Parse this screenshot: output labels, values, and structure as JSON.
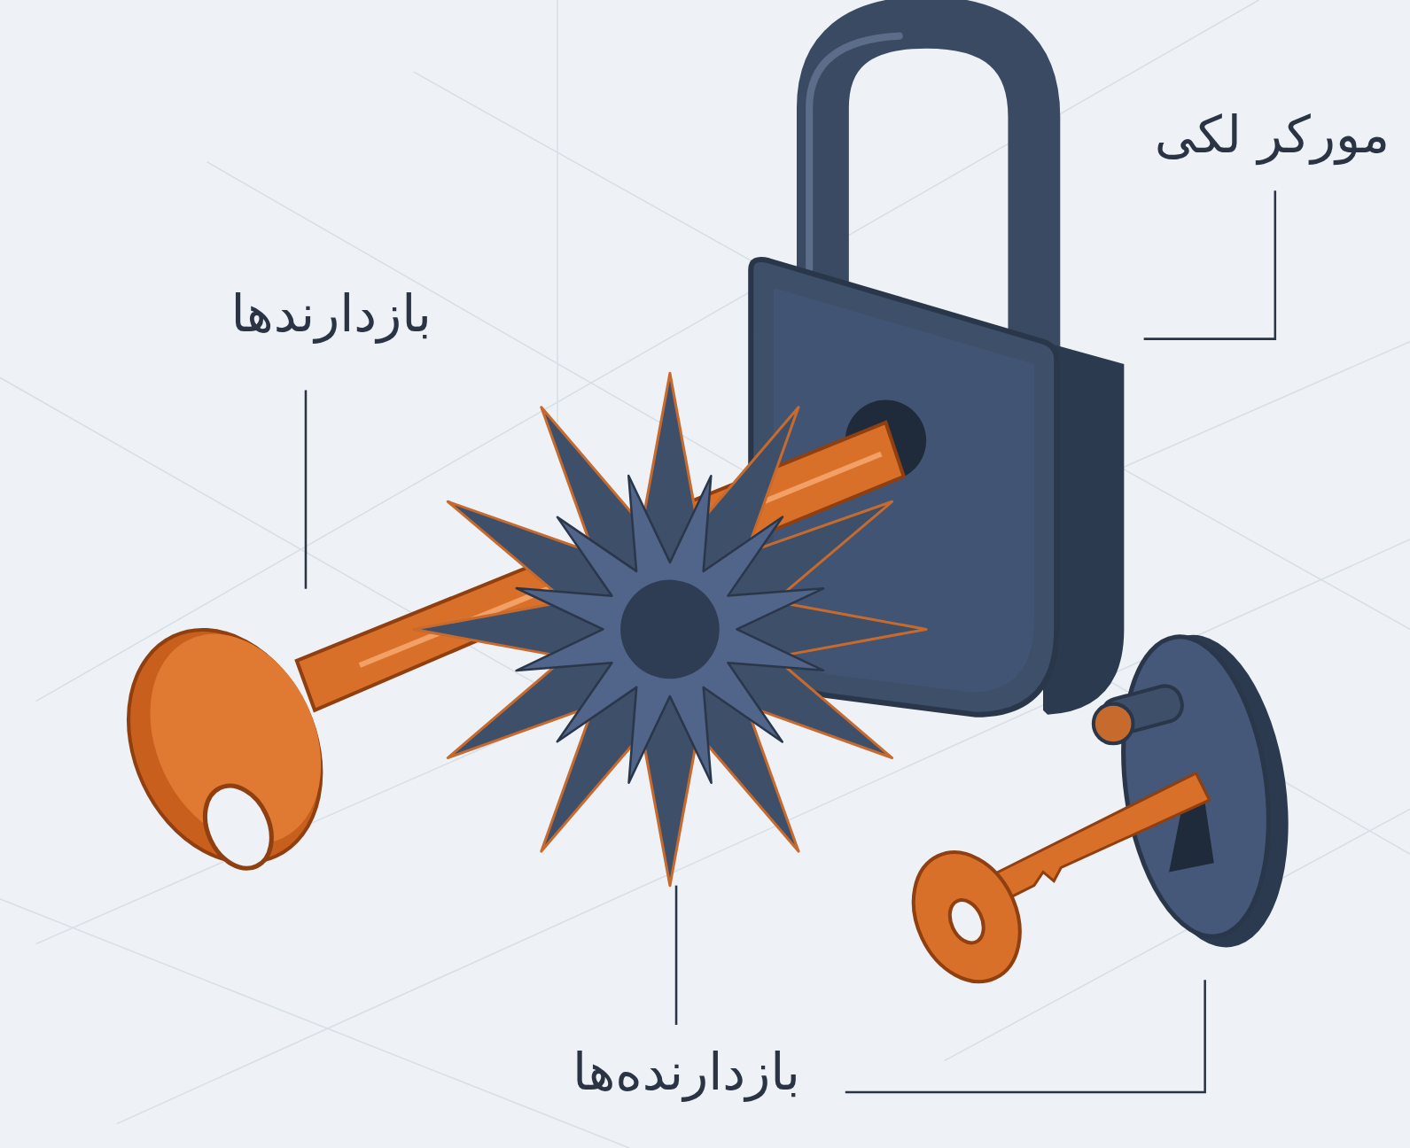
{
  "diagram": {
    "labels": [
      "مورکر لکی",
      "بازدارندها",
      "بازدارنده‌ها"
    ]
  }
}
